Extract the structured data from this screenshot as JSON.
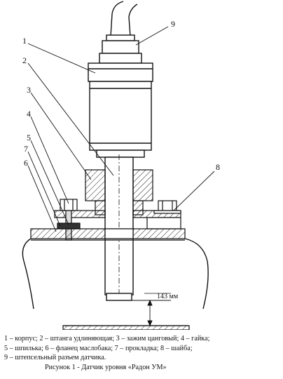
{
  "callouts": [
    "1",
    "2",
    "3",
    "4",
    "5",
    "6",
    "7",
    "8",
    "9"
  ],
  "dimension": "143 мм",
  "legend": [
    "1 – корпус; 2 – штанга удлиняющая; 3 – зажим цанговый; 4 – гайка;",
    "5 – шпилька; 6 – фланец маслобака; 7 – прокладка; 8 – шайба;",
    "9 – штепсельный разъем датчика."
  ],
  "caption": "Рисунок 1 - Датчик уровня «Радон УМ»"
}
